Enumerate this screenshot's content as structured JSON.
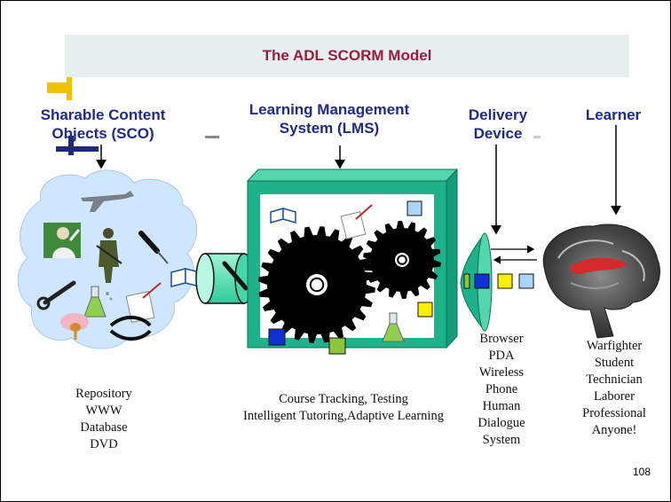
{
  "title": "The ADL SCORM Model",
  "headers": {
    "sco": [
      "Sharable Content",
      "Objects (SCO)"
    ],
    "lms": [
      "Learning Management",
      "System (LMS)"
    ],
    "delivery": [
      "Delivery",
      "Device"
    ],
    "learner": "Learner"
  },
  "repository": [
    "Repository",
    "WWW",
    "Database",
    "DVD"
  ],
  "lms_functions": [
    "Course Tracking, Testing",
    "Intelligent Tutoring,Adaptive Learning"
  ],
  "devices": [
    "Browser",
    "PDA",
    "Wireless",
    "Phone",
    "Human",
    "Dialogue",
    "System"
  ],
  "learners": [
    "Warfighter",
    "Student",
    "Technician",
    "Laborer",
    "Professional",
    "Anyone!"
  ],
  "page_number": "108",
  "colors": {
    "title_text": "#a11a3c",
    "title_band": "#e6f0ef",
    "header_text": "#1f2a8a",
    "lms_box": "#1fb28a",
    "cloud": "#cfe6ff",
    "accent_yellow": "#f2c200",
    "accent_navy": "#1e2a78"
  }
}
